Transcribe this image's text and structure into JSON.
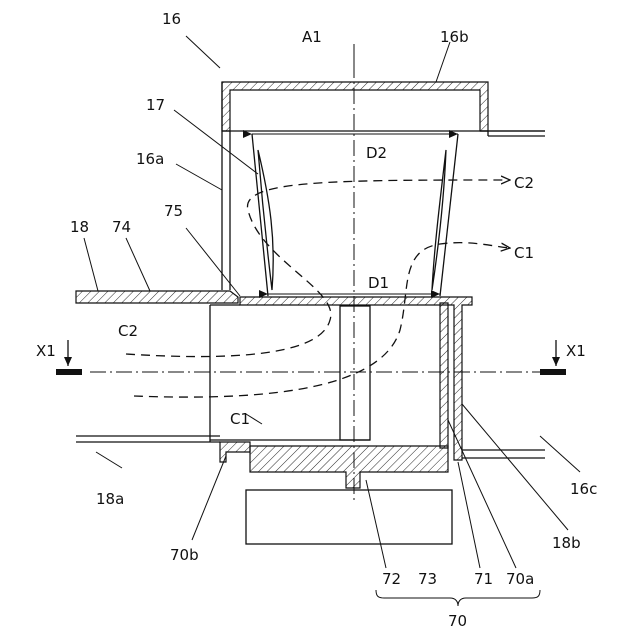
{
  "diagram": {
    "labels": {
      "n16": "16",
      "a1": "A1",
      "n16b": "16b",
      "n17": "17",
      "n16a": "16a",
      "d2": "D2",
      "c2_right": "C2",
      "n18": "18",
      "n74": "74",
      "n75": "75",
      "c1_right": "C1",
      "d1": "D1",
      "c2_left": "C2",
      "x1_left": "X1",
      "x1_right": "X1",
      "c1_left": "C1",
      "n18a": "18a",
      "n16c": "16c",
      "n18b": "18b",
      "n70b": "70b",
      "n72": "72",
      "n73": "73",
      "n71": "71",
      "n70a": "70a",
      "n70": "70"
    }
  }
}
